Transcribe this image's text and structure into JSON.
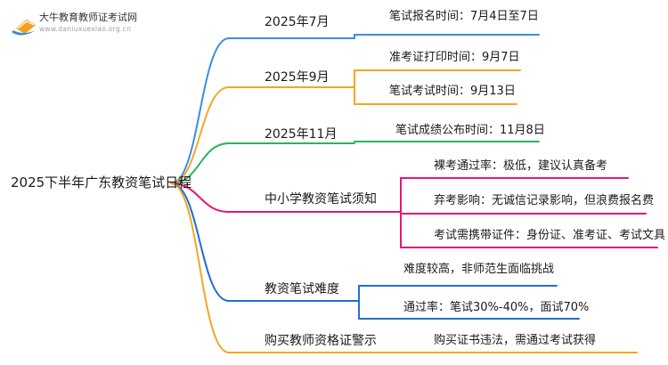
{
  "brand": {
    "name": "大牛教育教师证考试网",
    "url": "www.daniuxuexiao.org.cn",
    "logo_colors": {
      "book": "#f4a01c",
      "swoosh": "#3f8ad9"
    }
  },
  "mindmap": {
    "root": "2025下半年广东教资笔试日程",
    "branches": [
      {
        "label": "2025年7月",
        "color": "#3b8ce6",
        "leaves": [
          "笔试报名时间：7月4日至7日"
        ]
      },
      {
        "label": "2025年9月",
        "color": "#f5a623",
        "leaves": [
          "准考证打印时间：9月7日",
          "笔试考试时间：9月13日"
        ]
      },
      {
        "label": "2025年11月",
        "color": "#28b463",
        "leaves": [
          "笔试成绩公布时间：11月8日"
        ]
      },
      {
        "label": "中小学教资笔试须知",
        "color": "#e6157a",
        "leaves": [
          "裸考通过率：极低，建议认真备考",
          "弃考影响：无诚信记录影响，但浪费报名费",
          "考试需携带证件：身份证、准考证、考试文具"
        ]
      },
      {
        "label": "教资笔试难度",
        "color": "#1f6fd1",
        "leaves": [
          "难度较高，非师范生面临挑战",
          "通过率：笔试30%-40%，面试70%"
        ]
      },
      {
        "label": "购买教师资格证警示",
        "color": "#f5a623",
        "leaves": [
          "购买证书违法，需通过考试获得"
        ]
      }
    ]
  }
}
